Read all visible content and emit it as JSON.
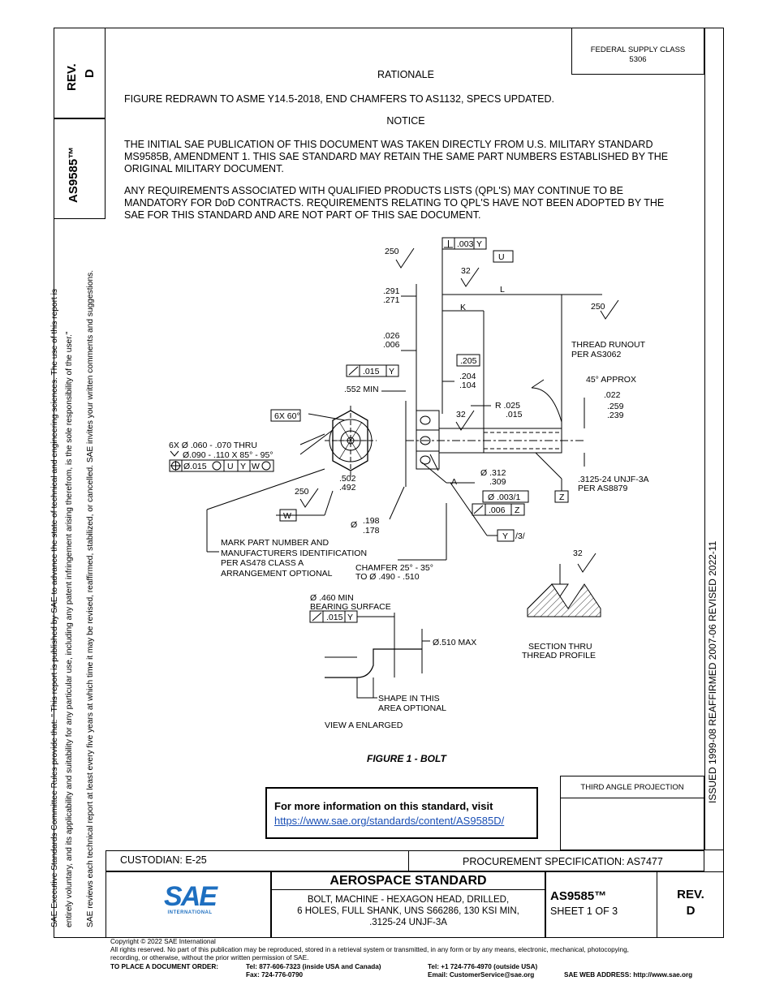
{
  "header": {
    "rev_label": "REV.",
    "rev_value": "D",
    "doc_number": "AS9585™",
    "federal_supply_class": "FEDERAL SUPPLY CLASS",
    "fsc_number": "5306"
  },
  "left_margin": {
    "line1": "SAE Executive Standards Committee Rules provide that: \"  This report is published by SAE to advance the state of technical and engineering sciences. The use of this report is",
    "line2": "entirely voluntary, and its applicability and suitability for any particular use, including any patent infringement arising therefrom, is the sole responsibility of the user.\"",
    "line3": "SAE reviews each technical report at least every five years at which time it may be revised, reaffirmed, stabilized, or cancelled. SAE invites your written comments and suggestions."
  },
  "right_margin": {
    "dates": "ISSUED 1999-08     REAFFIRMED 2007-06     REVISED 2022-11"
  },
  "rationale": {
    "heading": "RATIONALE",
    "text": "FIGURE REDRAWN TO ASME Y14.5-2018, END CHAMFERS TO AS1132, SPECS UPDATED."
  },
  "notice": {
    "heading": "NOTICE",
    "para1": "THE INITIAL SAE PUBLICATION OF THIS DOCUMENT WAS TAKEN DIRECTLY FROM U.S. MILITARY STANDARD MS9585B, AMENDMENT 1. THIS SAE STANDARD MAY RETAIN THE SAME PART NUMBERS ESTABLISHED BY THE ORIGINAL MILITARY DOCUMENT.",
    "para2": "ANY REQUIREMENTS ASSOCIATED WITH QUALIFIED PRODUCTS LISTS (QPL'S) MAY CONTINUE TO BE MANDATORY FOR DoD CONTRACTS. REQUIREMENTS RELATING TO QPL'S HAVE NOT BEEN ADOPTED BY THE SAE FOR THIS STANDARD AND ARE NOT PART OF THIS SAE DOCUMENT."
  },
  "drawing": {
    "roughness_250": "250",
    "roughness_32": "32",
    "perp_tol": ".003",
    "datum_y": "Y",
    "datum_u": "U",
    "datum_w": "W",
    "datum_z": "Z",
    "dim_L": "L",
    "dim_K": "K",
    "dim_291": ".291",
    "dim_271": ".271",
    "dim_026": ".026",
    "dim_006": ".006",
    "dim_205": ".205",
    "dim_204": ".204",
    "dim_104": ".104",
    "runout_015": ".015",
    "min_552": ".552 MIN",
    "thread_runout": "THREAD RUNOUT",
    "per_as3062": "PER AS3062",
    "approx_45": "45° APPROX",
    "dim_022": ".022",
    "dim_259": ".259",
    "dim_239": ".239",
    "r_025": "R .025",
    "r_015": ".015",
    "hex_60": "6X 60°",
    "holes_line1": "6X Ø .060 - .070 THRU",
    "holes_line2": "Ø.090 - .110 X 85° - 95°",
    "pos_tol": "Ø.015",
    "dim_502": ".502",
    "dim_492": ".492",
    "dia_312": "Ø .312",
    "dia_309": ".309",
    "label_A": "A",
    "thread_spec": ".3125-24 UNJF-3A",
    "per_as8879": "PER AS8879",
    "flat_tol": "Ø .003/1",
    "runout_006": ".006",
    "dia_198": ".198",
    "dia_178": ".178",
    "dia_sym": "Ø",
    "y_ratio": "/3/",
    "mark_line1": "MARK PART NUMBER AND",
    "mark_line2": "MANUFACTURERS IDENTIFICATION",
    "mark_line3": "PER AS478 CLASS A",
    "mark_line4": "ARRANGEMENT OPTIONAL",
    "chamfer_line1": "CHAMFER 25° - 35°",
    "chamfer_line2": "TO Ø .490 - .510",
    "bearing_line1": "Ø .460 MIN",
    "bearing_line2": "BEARING SURFACE",
    "max_510": "Ø.510 MAX",
    "shape_line1": "SHAPE IN THIS",
    "shape_line2": "AREA OPTIONAL",
    "view_a": "VIEW A ENLARGED",
    "section_line1": "SECTION THRU",
    "section_line2": "THREAD PROFILE",
    "figure_caption": "FIGURE 1 - BOLT"
  },
  "info_box": {
    "text": "For more information on this standard, visit",
    "link": "https://www.sae.org/standards/content/AS9585D/"
  },
  "projection": {
    "label": "THIRD ANGLE PROJECTION"
  },
  "title_block": {
    "custodian": "CUSTODIAN: E-25",
    "procurement": "PROCUREMENT SPECIFICATION: AS7477",
    "logo_text": "SAE",
    "logo_sub": "INTERNATIONAL",
    "title": "AEROSPACE STANDARD",
    "desc1": "BOLT, MACHINE - HEXAGON HEAD, DRILLED,",
    "desc2": "6 HOLES, FULL SHANK, UNS S66286, 130 KSI MIN,",
    "desc3": ".3125-24 UNJF-3A",
    "doc_number": "AS9585™",
    "sheet": "SHEET 1 OF 3",
    "rev_label": "REV.",
    "rev_value": "D"
  },
  "footer": {
    "copyright": "Copyright © 2022 SAE International",
    "rights1": "All rights reserved. No part of this publication may be reproduced, stored in a retrieval system or transmitted, in any form or by any means, electronic, mechanical, photocopying,",
    "rights2": "recording, or otherwise, without the prior written permission of SAE.",
    "order_label": "TO PLACE A DOCUMENT ORDER:",
    "tel_usa": "Tel:  877-606-7323 (inside USA and Canada)",
    "fax": "Fax: 724-776-0790",
    "tel_outside": "Tel:  +1 724-776-4970 (outside USA)",
    "email": "Email: CustomerService@sae.org",
    "web": "SAE WEB ADDRESS: http://www.sae.org"
  }
}
